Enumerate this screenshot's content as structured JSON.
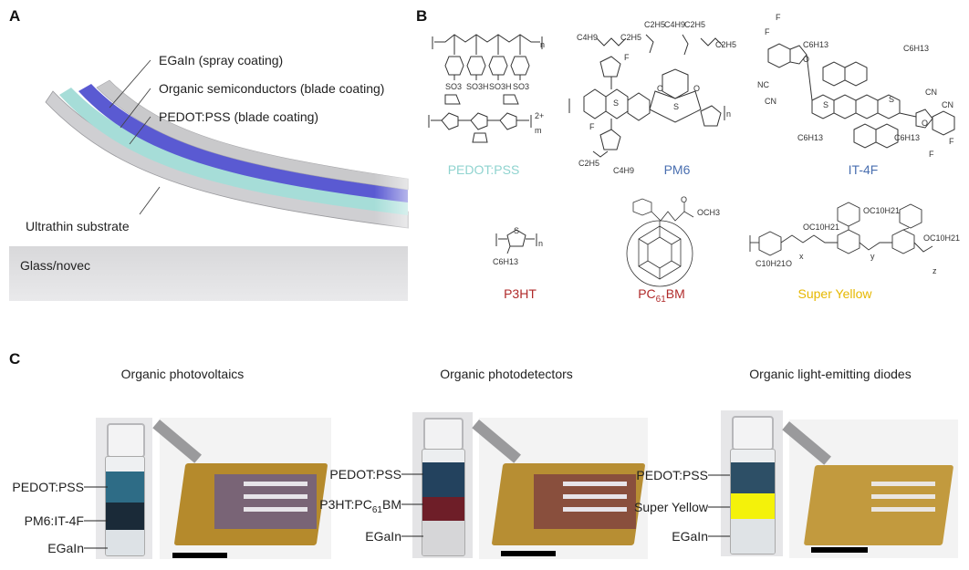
{
  "panel_a": {
    "letter": "A",
    "layers": [
      {
        "label": "EGaIn (spray coating)",
        "color": "#c9c9cb"
      },
      {
        "label": "Organic semiconductors (blade coating)",
        "color": "#5a5ad2"
      },
      {
        "label": "PEDOT:PSS (blade coating)",
        "color": "#a6ddd8"
      },
      {
        "label": "Ultrathin substrate",
        "color": "#d4d4d6"
      }
    ],
    "base_label": "Glass/novec"
  },
  "panel_b": {
    "letter": "B",
    "molecules": [
      {
        "name": "PEDOT:PSS",
        "color": "#8fd3cf"
      },
      {
        "name": "PM6",
        "color": "#4a6fb0"
      },
      {
        "name": "IT-4F",
        "color": "#4a6fb0"
      },
      {
        "name": "P3HT",
        "color": "#b02a2a"
      },
      {
        "name_main": "PC",
        "name_sub": "61",
        "name_tail": "BM",
        "color": "#b02a2a"
      },
      {
        "name": "Super Yellow",
        "color": "#e6b800"
      }
    ],
    "atoms": {
      "pss_n": "n",
      "pss_so3": "SO3",
      "pss_so3h": "SO3H",
      "pss_charge": "2+",
      "pss_m": "m",
      "pm6_c4h9": "C4H9",
      "pm6_c2h5": "C2H5",
      "pm6_f": "F",
      "pm6_s": "S",
      "pm6_o": "O",
      "pm6_n": "n",
      "it_f": "F",
      "it_c6h13": "C6H13",
      "it_cn": "CN",
      "it_nc": "NC",
      "it_o": "O",
      "it_s": "S",
      "p3ht_s": "S",
      "p3ht_c6h13": "C6H13",
      "p3ht_n": "n",
      "pcbm_och3": "OCH3",
      "pcbm_o": "O",
      "sy_oc10h21": "OC10H21",
      "sy_c10h21o": "C10H21O",
      "sy_x": "x",
      "sy_y": "y",
      "sy_z": "z"
    }
  },
  "panel_c": {
    "letter": "C",
    "devices": [
      {
        "title": "Organic photovoltaics",
        "vial_labels": [
          "PEDOT:PSS",
          "PM6:IT-4F",
          "EGaIn"
        ],
        "layer_colors": [
          "#2e6c86",
          "#1a2a38",
          "#dde2e6"
        ]
      },
      {
        "title": "Organic photodetectors",
        "vial_labels": [
          "PEDOT:PSS",
          "P3HT:PC61BM",
          "EGaIn"
        ],
        "layer_colors": [
          "#23425e",
          "#6e1e28",
          "#d6d6d8"
        ]
      },
      {
        "title": "Organic light-emitting diodes",
        "vial_labels": [
          "PEDOT:PSS",
          "Super Yellow",
          "EGaIn"
        ],
        "layer_colors": [
          "#2d4f66",
          "#f4f20a",
          "#dfe3e6"
        ]
      }
    ]
  }
}
